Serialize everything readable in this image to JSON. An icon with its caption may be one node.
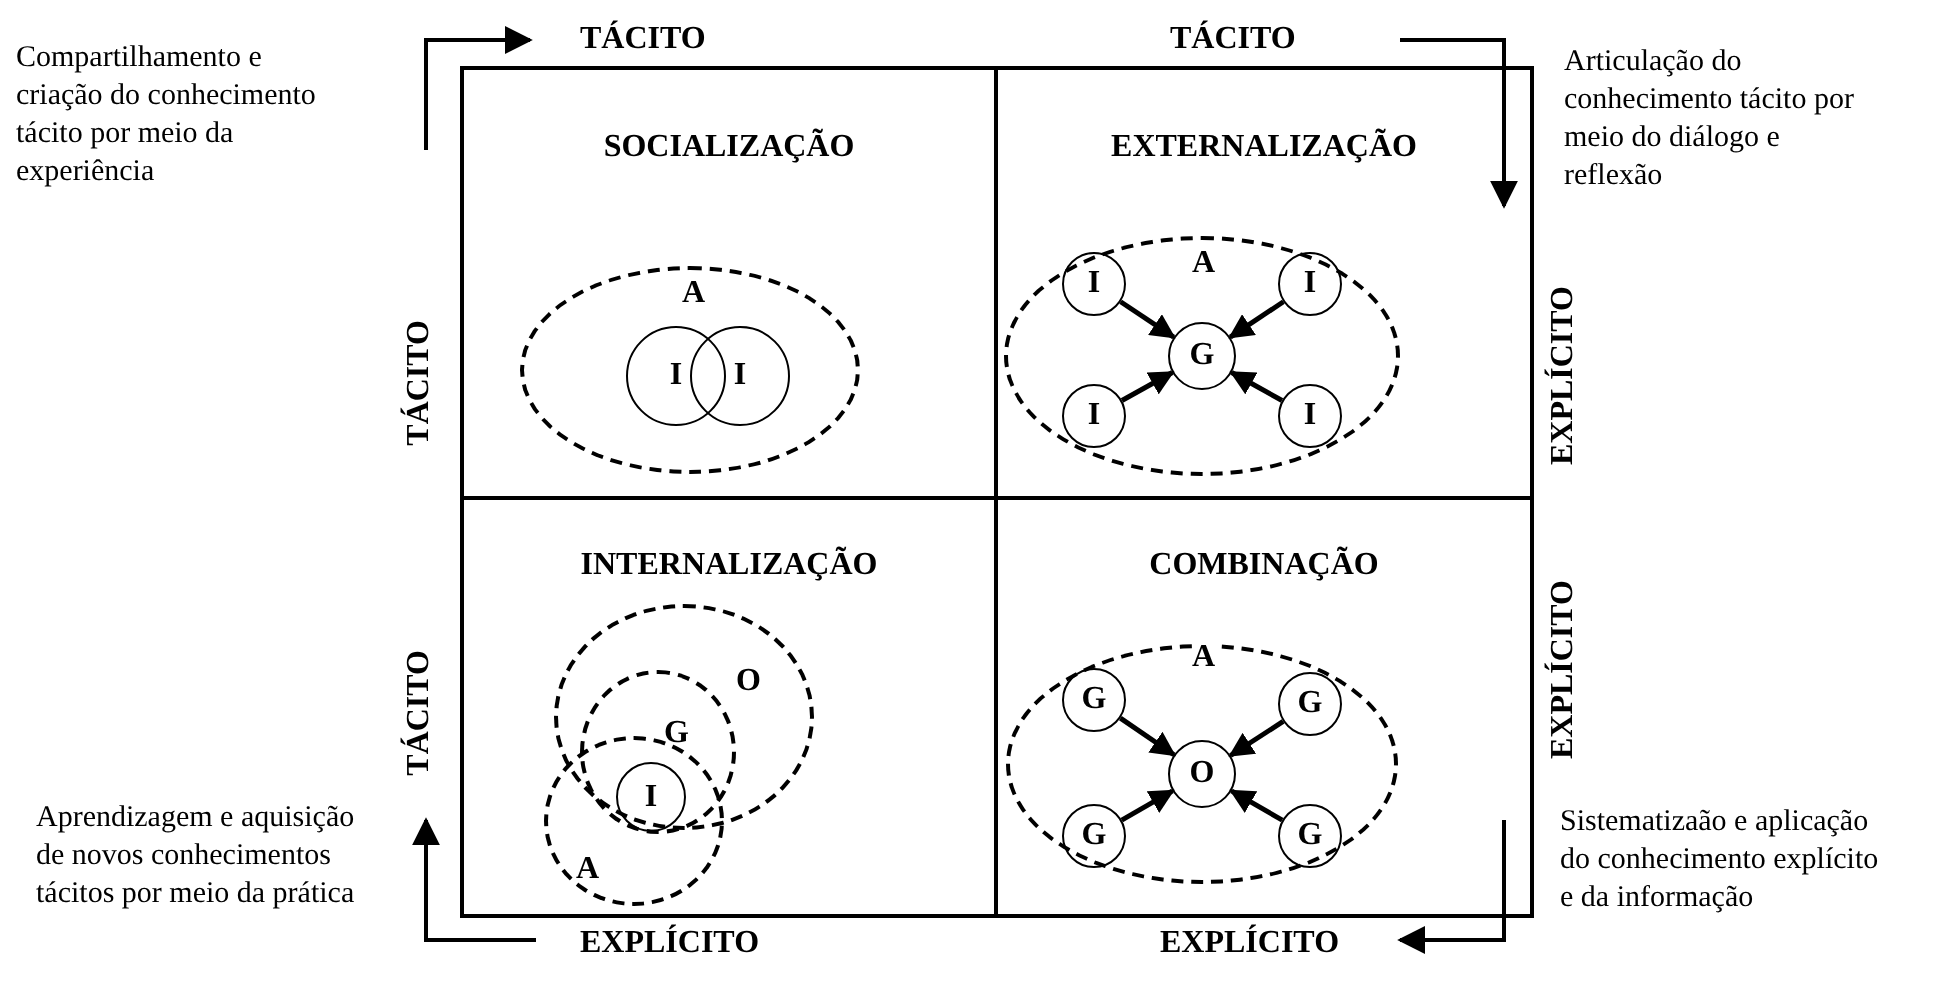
{
  "diagram": {
    "nodes": [
      {
        "text": [
          "SOCIALIZAÇÃO"
        ]
      },
      {
        "text": [
          "A"
        ],
        "in": 0
      },
      {
        "text": [
          "I"
        ],
        "in": 1
      },
      {
        "text": [
          "I"
        ],
        "in": 1
      },
      {
        "text": [
          "EXTERNALIZAÇÃO"
        ]
      },
      {
        "text": [
          "A"
        ],
        "in": 4
      },
      {
        "text": [
          "I"
        ],
        "in": 5
      },
      {
        "text": [
          "I"
        ],
        "in": 5
      },
      {
        "text": [
          "G"
        ],
        "in": 5
      },
      {
        "text": [
          "I"
        ],
        "in": 5
      },
      {
        "text": [
          "I"
        ],
        "in": 5
      },
      {
        "text": [
          "INTERNALIZAÇÃO"
        ]
      },
      {
        "text": [
          "O"
        ],
        "in": 11
      },
      {
        "text": [
          "G"
        ],
        "in": 12
      },
      {
        "text": [
          "I"
        ]
      },
      {
        "text": [
          "A"
        ],
        "in": 11
      },
      {
        "text": [
          "COMBINAÇÃO"
        ]
      },
      {
        "text": [
          "A"
        ],
        "in": 16
      },
      {
        "text": [
          "G"
        ],
        "in": 17
      },
      {
        "text": [
          "G"
        ],
        "in": 17
      },
      {
        "text": [
          "O"
        ],
        "in": 17
      },
      {
        "text": [
          "G"
        ],
        "in": 17
      },
      {
        "text": [
          "G"
        ],
        "in": 17
      }
    ],
    "edges": [
      {
        "from": 6,
        "to": 8,
        "arrow": "to"
      },
      {
        "from": 7,
        "to": 8,
        "arrow": "to"
      },
      {
        "from": 9,
        "to": 8,
        "arrow": "to"
      },
      {
        "from": 10,
        "to": 8,
        "arrow": "to"
      },
      {
        "from": 18,
        "to": 20,
        "arrow": "to"
      },
      {
        "from": 19,
        "to": 20,
        "arrow": "to"
      },
      {
        "from": 21,
        "to": 20,
        "arrow": "to"
      },
      {
        "from": 22,
        "to": 20,
        "arrow": "to"
      }
    ],
    "labels": [
      "TÁCITO",
      "TÁCITO",
      "Compartilhamento e criação do conhecimento tácito por meio da experiência",
      "Articulação do conhecimento tácito por meio do diálogo e reflexão",
      "TÁCITO",
      "EXPLÍCITO",
      "TÁCITO",
      "EXPLÍCITO",
      "Aprendizagem e aquisição de novos conhecimentos tácitos por meio da prática",
      "Sistematizaão e aplicação do conhecimento explícito e da informação",
      "EXPLÍCITO",
      "EXPLÍCITO"
    ]
  }
}
